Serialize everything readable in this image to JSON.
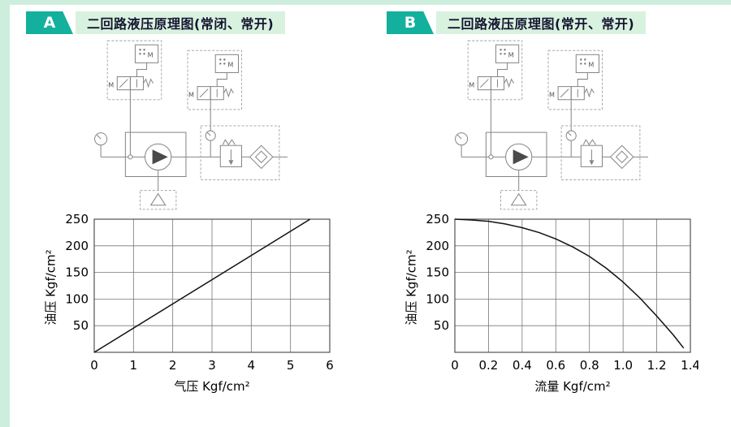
{
  "page": {
    "background": "#ffffff",
    "frame_color": "#cdeedd",
    "accent_color": "#14b09e",
    "title_plate_color": "#d9f2df"
  },
  "panels": [
    {
      "badge": "A",
      "title": "二回路液压原理图(常闭、常开)"
    },
    {
      "badge": "B",
      "title": "二回路液压原理图(常开、常开)"
    }
  ],
  "diagram": {
    "solenoid_label": "M"
  },
  "chart_data": [
    {
      "type": "line",
      "xlabel": "气压 Kgf/cm²",
      "ylabel": "油压 Kgf/cm²",
      "xlim": [
        0,
        6
      ],
      "ylim": [
        0,
        250
      ],
      "xticks": [
        "0",
        "1",
        "2",
        "3",
        "4",
        "5",
        "6"
      ],
      "yticks": [
        "50",
        "100",
        "150",
        "200",
        "250"
      ],
      "grid": true,
      "legend": false,
      "points": [
        [
          0,
          0
        ],
        [
          5.5,
          250
        ]
      ]
    },
    {
      "type": "line",
      "xlabel": "流量 Kgf/cm²",
      "ylabel": "油压 Kgf/cm²",
      "xlim": [
        0,
        1.4
      ],
      "ylim": [
        0,
        250
      ],
      "xticks": [
        "0",
        "0.2",
        "0.4",
        "0.6",
        "0.8",
        "1.0",
        "1.2",
        "1.4"
      ],
      "yticks": [
        "50",
        "100",
        "150",
        "200",
        "250"
      ],
      "grid": true,
      "legend": false,
      "points": [
        [
          0,
          250
        ],
        [
          0.1,
          248.5
        ],
        [
          0.2,
          246
        ],
        [
          0.3,
          241
        ],
        [
          0.4,
          234
        ],
        [
          0.5,
          225
        ],
        [
          0.6,
          213
        ],
        [
          0.7,
          198
        ],
        [
          0.8,
          180
        ],
        [
          0.9,
          158
        ],
        [
          1.0,
          132
        ],
        [
          1.1,
          102
        ],
        [
          1.2,
          68
        ],
        [
          1.3,
          32
        ],
        [
          1.36,
          8
        ]
      ]
    }
  ]
}
